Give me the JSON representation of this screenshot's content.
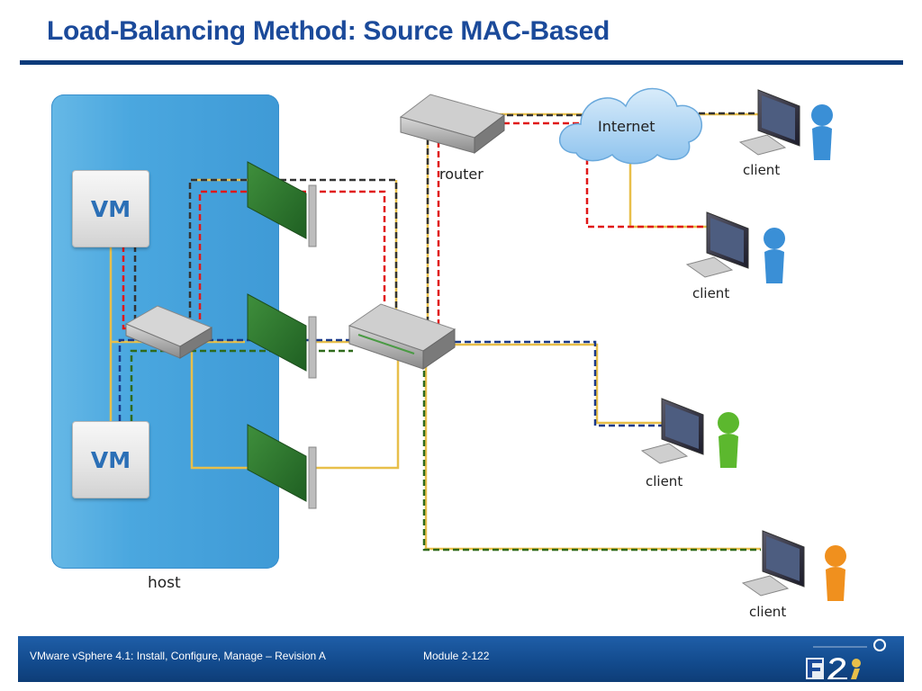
{
  "slide": {
    "title": "Load-Balancing Method: Source MAC-Based"
  },
  "diagram": {
    "host_label": "host",
    "vm_top_label": "VM",
    "vm_bottom_label": "VM",
    "router_label": "router",
    "cloud_label": "Internet",
    "clients": [
      "client",
      "client",
      "client",
      "client"
    ],
    "client_person_colors": [
      "#3a8fd6",
      "#3a8fd6",
      "#5cb82e",
      "#f0901e"
    ],
    "path_colors": {
      "uplink": "#e8bf4a",
      "red_path": "#e01818",
      "black_path": "#333333",
      "blue_path": "#1a3a8a",
      "green_path": "#2f6b1c"
    }
  },
  "footer": {
    "course": "VMware vSphere 4.1: Install, Configure, Manage – Revision A",
    "module": "Module 2-122"
  }
}
